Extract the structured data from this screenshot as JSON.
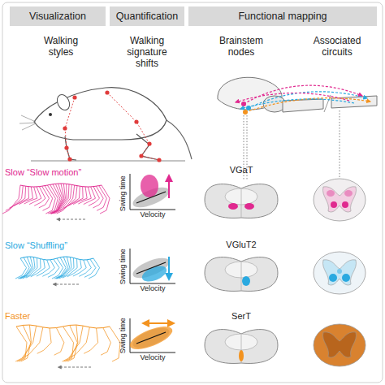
{
  "diagram": {
    "nodes": [
      {
        "text": [
          "Visualization"
        ]
      },
      {
        "text": [
          "Quantification"
        ]
      },
      {
        "text": [
          "Functional mapping"
        ]
      }
    ],
    "labels": [
      "Walking styles",
      "Walking signature shifts",
      "Brainstem nodes",
      "Associated circuits",
      "Slow “Slow motion”",
      "Swing time",
      "Velocity",
      "VGaT",
      "Slow “Shuffling”",
      "Swing time",
      "Velocity",
      "VGluT2",
      "Faster",
      "Swing time",
      "Velocity",
      "SerT"
    ]
  }
}
